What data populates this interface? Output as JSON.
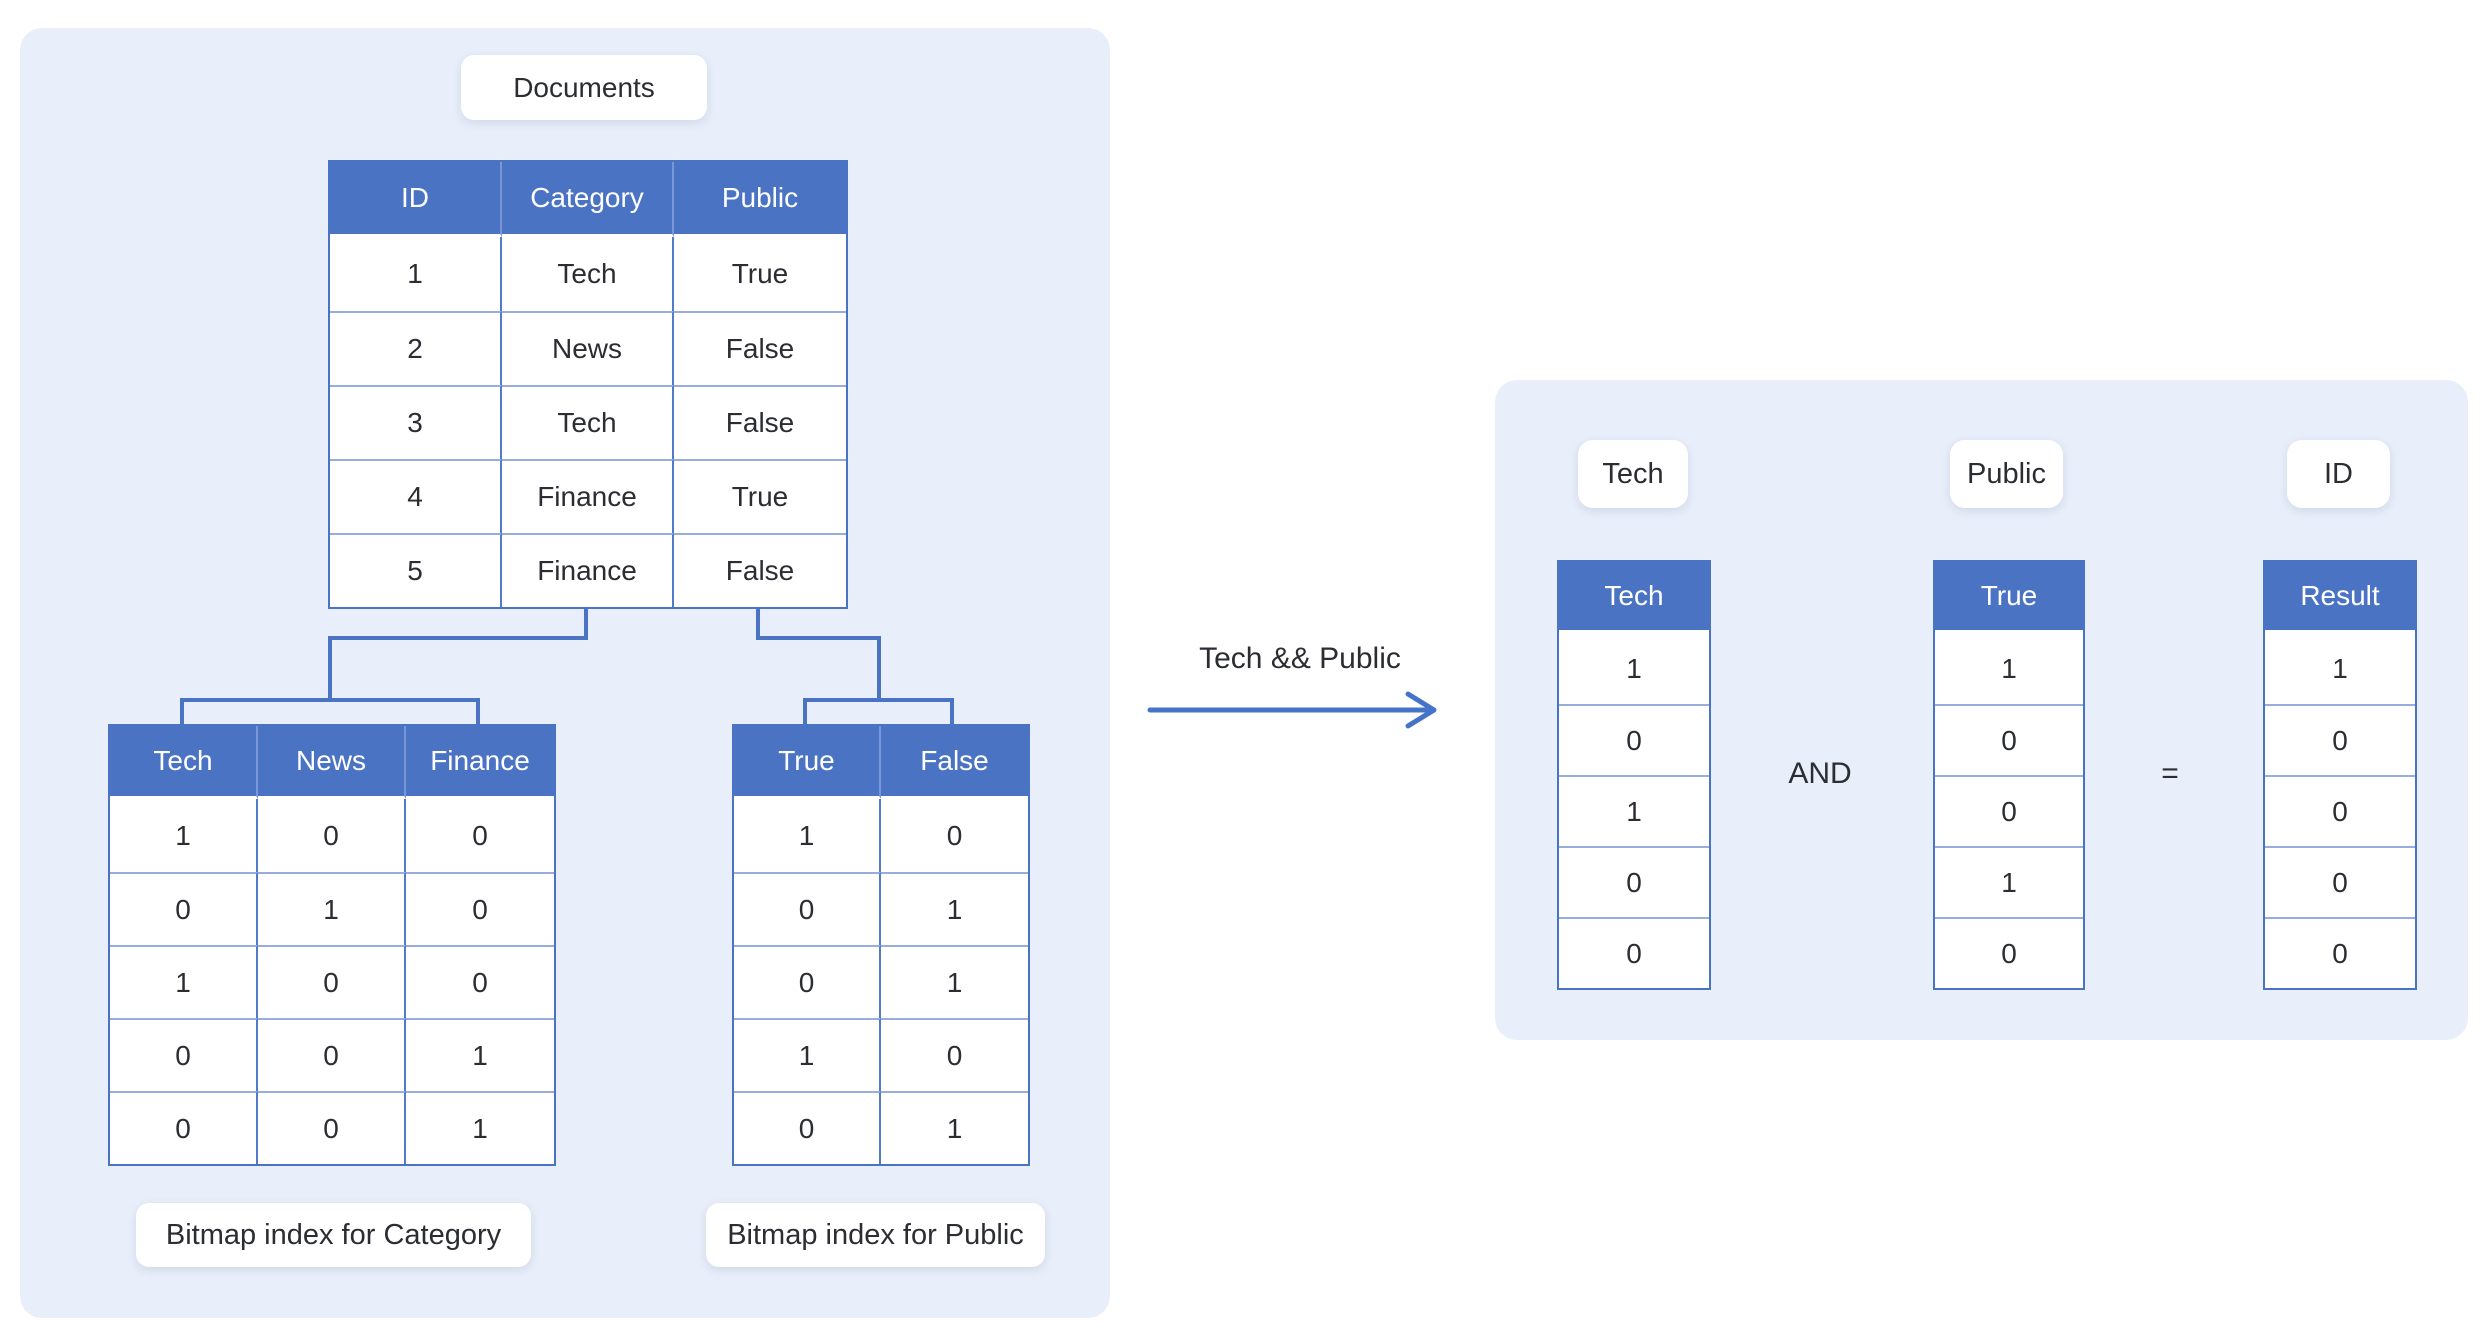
{
  "colors": {
    "page_bg": "#ffffff",
    "panel_bg": "#E9EFFA",
    "header_blue": "#4A73C4",
    "header_divider": "#7B96D6",
    "outer_border": "#4A73C4",
    "col_divider": "#5379C9",
    "row_divider": "#96ADDD",
    "connector": "#4A73C4",
    "arrow": "#4573C8",
    "text_dark": "#2B2D33",
    "text_white": "#FFFFFF"
  },
  "left": {
    "panel_label": "Documents",
    "doc_table": {
      "headers": [
        "ID",
        "Category",
        "Public"
      ],
      "rows": [
        [
          "1",
          "Tech",
          "True"
        ],
        [
          "2",
          "News",
          "False"
        ],
        [
          "3",
          "Tech",
          "False"
        ],
        [
          "4",
          "Finance",
          "True"
        ],
        [
          "5",
          "Finance",
          "False"
        ]
      ]
    },
    "cat_table": {
      "headers": [
        "Tech",
        "News",
        "Finance"
      ],
      "rows": [
        [
          "1",
          "0",
          "0"
        ],
        [
          "0",
          "1",
          "0"
        ],
        [
          "1",
          "0",
          "0"
        ],
        [
          "0",
          "0",
          "1"
        ],
        [
          "0",
          "0",
          "1"
        ]
      ],
      "caption": "Bitmap index for Category"
    },
    "pub_table": {
      "headers": [
        "True",
        "False"
      ],
      "rows": [
        [
          "1",
          "0"
        ],
        [
          "0",
          "1"
        ],
        [
          "0",
          "1"
        ],
        [
          "1",
          "0"
        ],
        [
          "0",
          "1"
        ]
      ],
      "caption": "Bitmap index for Public"
    }
  },
  "middle": {
    "expression": "Tech && Public"
  },
  "right": {
    "labels": [
      "Tech",
      "Public",
      "ID"
    ],
    "tech_col": {
      "header": "Tech",
      "values": [
        "1",
        "0",
        "1",
        "0",
        "0"
      ]
    },
    "true_col": {
      "header": "True",
      "values": [
        "1",
        "0",
        "0",
        "1",
        "0"
      ]
    },
    "result_col": {
      "header": "Result",
      "values": [
        "1",
        "0",
        "0",
        "0",
        "0"
      ]
    },
    "op_and": "AND",
    "op_eq": "="
  }
}
